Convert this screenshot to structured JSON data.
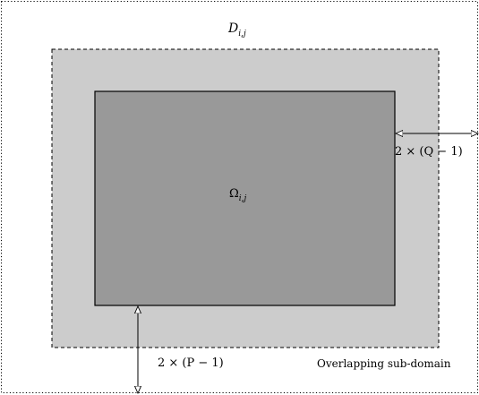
{
  "labels": {
    "outer_domain": {
      "main": "D",
      "sub": "i,j"
    },
    "inner_domain": {
      "main": "Ω",
      "sub": "i,j"
    },
    "horizontal_overlap": "2 × (Q − 1)",
    "vertical_overlap": "2 × (P − 1)",
    "overlap_caption": "Overlapping sub-domain"
  },
  "colors": {
    "background": "#ffffff",
    "overlap_region_fill": "#cccccc",
    "inner_domain_fill": "#999999",
    "stroke": "#000000"
  }
}
